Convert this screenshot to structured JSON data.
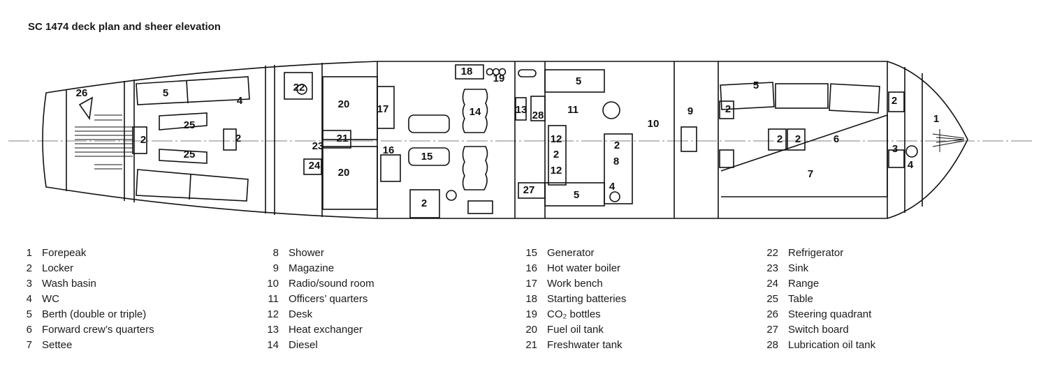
{
  "title": "SC 1474 deck plan and sheer elevation",
  "diagram": {
    "labels": [
      "26",
      "5",
      "4",
      "22",
      "20",
      "17",
      "18",
      "19",
      "14",
      "13",
      "28",
      "11",
      "5",
      "10",
      "9",
      "5",
      "2",
      "1",
      "2",
      "25",
      "2",
      "25",
      "2",
      "23",
      "21",
      "16",
      "15",
      "12",
      "2",
      "2",
      "12",
      "8",
      "2",
      "2",
      "6",
      "3",
      "4",
      "24",
      "20",
      "7",
      "27",
      "5",
      "4",
      "2"
    ]
  },
  "legend": [
    [
      {
        "num": "1",
        "text": "Forepeak"
      },
      {
        "num": "2",
        "text": "Locker"
      },
      {
        "num": "3",
        "text": "Wash basin"
      },
      {
        "num": "4",
        "text": "WC"
      },
      {
        "num": "5",
        "text": "Berth (double or triple)"
      },
      {
        "num": "6",
        "text": "Forward crew’s quarters"
      },
      {
        "num": "7",
        "text": "Settee"
      }
    ],
    [
      {
        "num": "8",
        "text": "Shower"
      },
      {
        "num": "9",
        "text": "Magazine"
      },
      {
        "num": "10",
        "text": "Radio/sound room"
      },
      {
        "num": "11",
        "text": "Officers’ quarters"
      },
      {
        "num": "12",
        "text": "Desk"
      },
      {
        "num": "13",
        "text": "Heat exchanger"
      },
      {
        "num": "14",
        "text": "Diesel"
      }
    ],
    [
      {
        "num": "15",
        "text": "Generator"
      },
      {
        "num": "16",
        "text": "Hot water boiler"
      },
      {
        "num": "17",
        "text": "Work bench"
      },
      {
        "num": "18",
        "text": "Starting batteries"
      },
      {
        "num": "19",
        "text": "CO₂ bottles"
      },
      {
        "num": "20",
        "text": "Fuel oil tank"
      },
      {
        "num": "21",
        "text": "Freshwater tank"
      }
    ],
    [
      {
        "num": "22",
        "text": "Refrigerator"
      },
      {
        "num": "23",
        "text": "Sink"
      },
      {
        "num": "24",
        "text": "Range"
      },
      {
        "num": "25",
        "text": "Table"
      },
      {
        "num": "26",
        "text": "Steering quadrant"
      },
      {
        "num": "27",
        "text": "Switch board"
      },
      {
        "num": "28",
        "text": "Lubrication oil tank"
      }
    ]
  ]
}
